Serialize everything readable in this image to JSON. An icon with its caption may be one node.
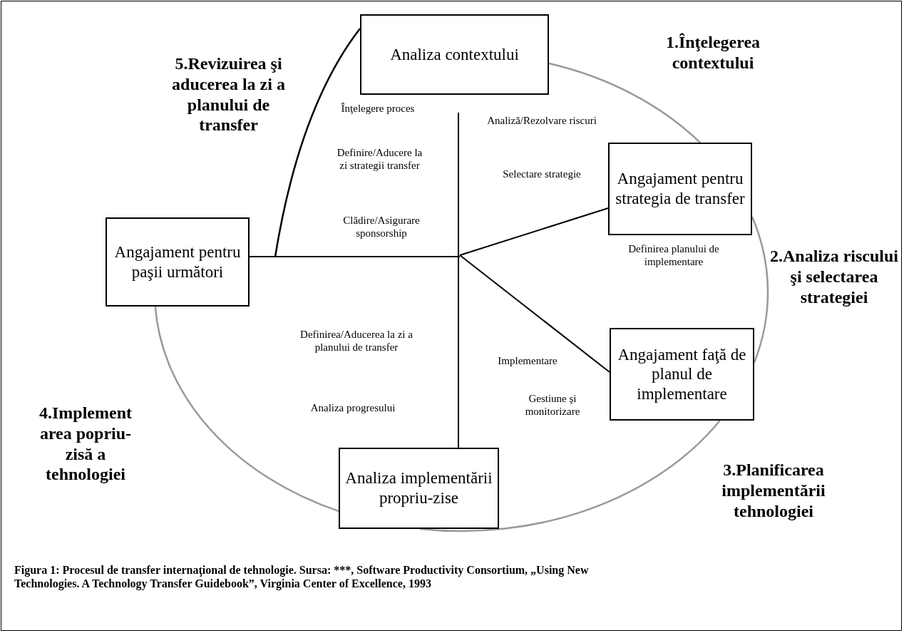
{
  "diagram": {
    "caption": "Figura 1: Procesul de transfer internaţional de tehnologie. Sursa: ***, Software Productivity Consortium, „Using New Technologies. A Technology Transfer Guidebook”, Virginia Center of Excellence, 1993",
    "nodes": [
      {
        "text": [
          "Analiza contextului"
        ]
      },
      {
        "text": [
          "Angajament pentru strategia de transfer"
        ]
      },
      {
        "text": [
          "Angajament pentru paşii următori"
        ]
      },
      {
        "text": [
          "Angajament faţă de planul de implementare"
        ]
      },
      {
        "text": [
          "Analiza implementării propriu-zise"
        ]
      }
    ],
    "edges": [
      {
        "from": 0,
        "to": 1,
        "arrow": "none"
      },
      {
        "from": 1,
        "to": 3,
        "arrow": "none"
      },
      {
        "from": 3,
        "to": 4,
        "arrow": "none"
      },
      {
        "from": 4,
        "to": 2,
        "arrow": "none"
      },
      {
        "from": 0,
        "to": null,
        "arrow": "none",
        "color": "#000000"
      }
    ],
    "labels": [
      "1.Înţelegerea contextului",
      "5.Revizuirea şi aducerea la zi a planului de transfer",
      "Înţelegere proces",
      "Analiză/Rezolvare riscuri",
      "Definire/Aducere la zi strategii transfer",
      "Selectare strategie",
      "Clădire/Asigurare sponsorship",
      "Definirea planului de implementare",
      "2.Analiza riscului şi selectarea strategiei",
      "Definirea/Aducerea la zi a planului de transfer",
      "Implementare",
      "Analiza progresului",
      "Gestiune şi monitorizare",
      "4.Implement area popriu-zisă a tehnologiei",
      "3.Planificarea implementării tehnologiei"
    ]
  }
}
